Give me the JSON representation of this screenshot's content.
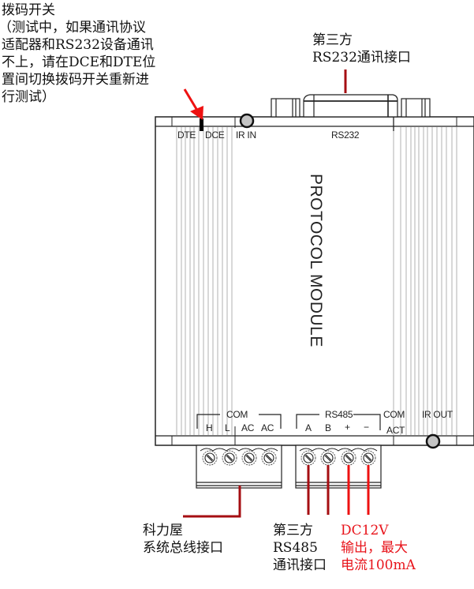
{
  "annotations": {
    "dip_switch": {
      "title": "拨码开关",
      "lines": [
        "（测试中，如果通讯协议",
        "适配器和RS232设备通讯",
        "不上，请在DCE和DTE位",
        "置间切换拨码开关重新进",
        "行测试）"
      ]
    },
    "rs232_port": {
      "lines": [
        "第三方",
        "RS232通讯接口"
      ]
    },
    "system_bus": {
      "lines": [
        "科力屋",
        "系统总线接口"
      ]
    },
    "rs485_port": {
      "lines": [
        "第三方",
        "RS485",
        "通讯接口"
      ]
    },
    "power_output": {
      "lines": [
        "DC12V",
        "输出，最大",
        "电流100mA"
      ]
    }
  },
  "device": {
    "title": "PROTOCOL MODULE",
    "top_labels": {
      "dte": "DTE",
      "dce": "DCE",
      "ir_in": "IR IN",
      "rs232": "RS232"
    },
    "bottom_labels": {
      "com_group": "COM",
      "com_pins": [
        "H",
        "L",
        "AC",
        "AC"
      ],
      "rs485_group": "RS485",
      "rs485_pins": [
        "A",
        "B",
        "+",
        "−"
      ],
      "com_act_top": "COM",
      "com_act_bottom": "ACT",
      "ir_out": "IR OUT"
    }
  },
  "colors": {
    "dark_red_leader": "#a50e12",
    "bright_red_leader": "#ee1111",
    "arrow": "#ee1111",
    "fin_lines": "#bdbdbd",
    "indicator_fill": "#c4c4c4"
  }
}
